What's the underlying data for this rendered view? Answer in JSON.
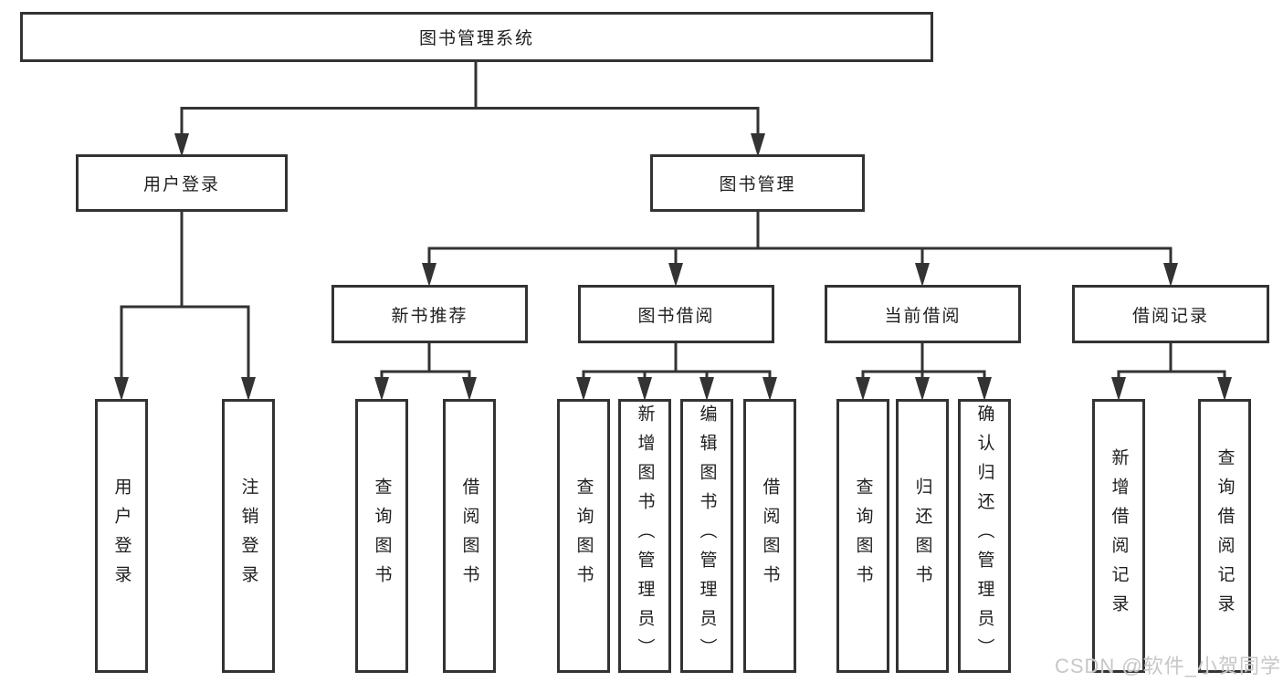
{
  "diagram": {
    "root": "图书管理系统",
    "level2": [
      {
        "label": "用户登录",
        "children": [
          "用户登录",
          "注销登录"
        ]
      },
      {
        "label": "图书管理"
      }
    ],
    "level3": [
      {
        "label": "新书推荐",
        "children": [
          "查询图书",
          "借阅图书"
        ]
      },
      {
        "label": "图书借阅",
        "children": [
          "查询图书",
          "新增图书（管理员）",
          "编辑图书（管理员）",
          "借阅图书"
        ]
      },
      {
        "label": "当前借阅",
        "children": [
          "查询图书",
          "归还图书",
          "确认归还（管理员）"
        ]
      },
      {
        "label": "借阅记录",
        "children": [
          "新增借阅记录",
          "查询借阅记录"
        ]
      }
    ]
  },
  "watermark": "CSDN @软件_小贺同学",
  "colors": {
    "line": "#333333",
    "text": "#1f1f1f",
    "watermark": "#c7c7c7",
    "background": "#ffffff"
  }
}
